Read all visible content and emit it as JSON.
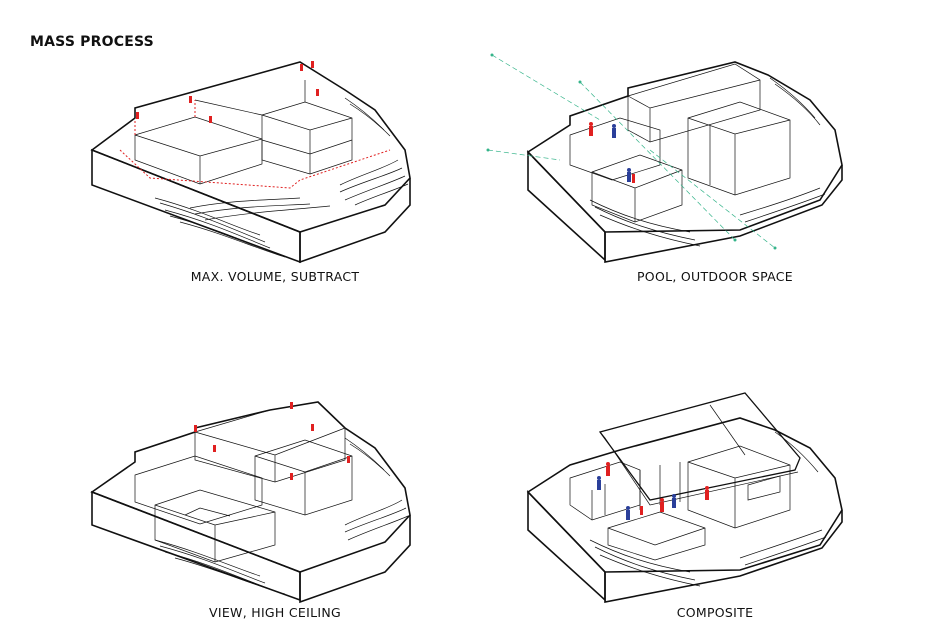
{
  "page": {
    "title": "MASS PROCESS"
  },
  "panels": [
    {
      "caption": "MAX. VOLUME, SUBTRACT"
    },
    {
      "caption": "POOL, OUTDOOR SPACE"
    },
    {
      "caption": "VIEW, HIGH CEILING"
    },
    {
      "caption": "COMPOSITE"
    }
  ],
  "colors": {
    "line": "#111111",
    "accent_red": "#e02020",
    "figure_blue": "#2a3f9a",
    "view_line": "#35b48a"
  },
  "icons": [
    "person-figure-icon",
    "arrow-marker-icon"
  ]
}
